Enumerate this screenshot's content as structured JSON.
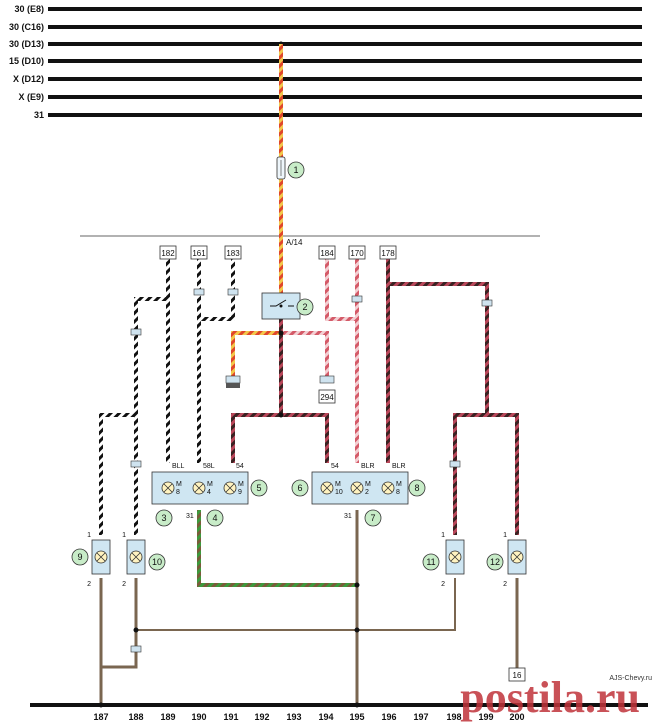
{
  "buses": [
    "30 (E8)",
    "30 (C16)",
    "30 (D13)",
    "15 (D10)",
    "X (D12)",
    "X (E9)",
    "31"
  ],
  "connector_label": "A/14",
  "boxes": [
    "182",
    "161",
    "183",
    "184",
    "170",
    "178",
    "294",
    "16"
  ],
  "unit_left": {
    "pins": [
      "BLL",
      "58L",
      "54"
    ],
    "lamps": [
      {
        "label": "M",
        "num": "8"
      },
      {
        "label": "M",
        "num": "4"
      },
      {
        "label": "M",
        "num": "9"
      }
    ],
    "ground_pin": "31"
  },
  "unit_right": {
    "pins": [
      "54",
      "BLR",
      "BLR"
    ],
    "lamps": [
      {
        "label": "M",
        "num": "10"
      },
      {
        "label": "M",
        "num": "2"
      },
      {
        "label": "M",
        "num": "8"
      }
    ],
    "ground_pin": "31"
  },
  "callouts": [
    "1",
    "2",
    "3",
    "4",
    "5",
    "6",
    "7",
    "8",
    "9",
    "10",
    "11",
    "12"
  ],
  "lamp_pins": {
    "top": "1",
    "bottom": "2"
  },
  "columns": [
    "187",
    "188",
    "189",
    "190",
    "191",
    "192",
    "193",
    "194",
    "195",
    "196",
    "197",
    "198",
    "199",
    "200"
  ],
  "watermark": {
    "domain": "AJS-Chevy.ru",
    "main": "postila.ru"
  }
}
